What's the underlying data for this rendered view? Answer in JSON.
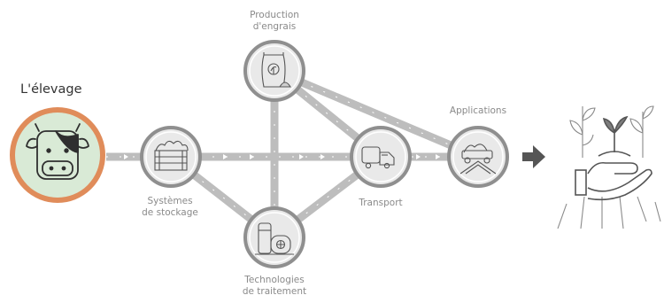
{
  "diagram": {
    "main_label": "L'élevage",
    "nodes": {
      "stockage": "Systèmes\nde stockage",
      "production": "Production\nd'engrais",
      "traitement": "Technologies\nde traitement",
      "transport": "Transport",
      "applications": "Applications"
    },
    "icons": {
      "elevage": "cow-icon",
      "stockage": "storage-crate-icon",
      "production": "fertilizer-bag-icon",
      "traitement": "biogas-tank-icon",
      "transport": "truck-icon",
      "applications": "manure-spreader-icon",
      "result": "hand-holding-sprout-icon"
    },
    "colors": {
      "road": "#bdbdbd",
      "node_fill": "#e9e9e9",
      "node_ring": "#8f8f8f",
      "main_ring": "#e08c5a",
      "main_fill": "#d9ead6",
      "arrow": "#555555"
    }
  }
}
